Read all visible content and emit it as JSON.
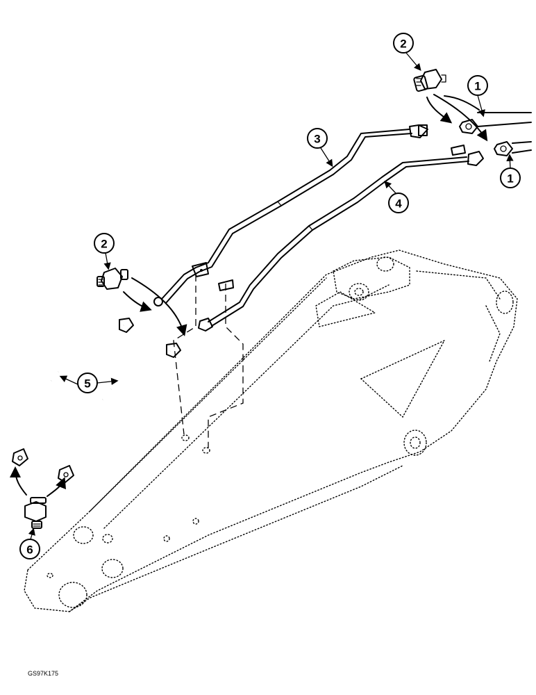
{
  "drawing_code": "GS97K175",
  "callouts": [
    {
      "label": "1"
    },
    {
      "label": "1"
    },
    {
      "label": "2"
    },
    {
      "label": "2"
    },
    {
      "label": "3"
    },
    {
      "label": "4"
    },
    {
      "label": "5"
    },
    {
      "label": "6"
    }
  ]
}
